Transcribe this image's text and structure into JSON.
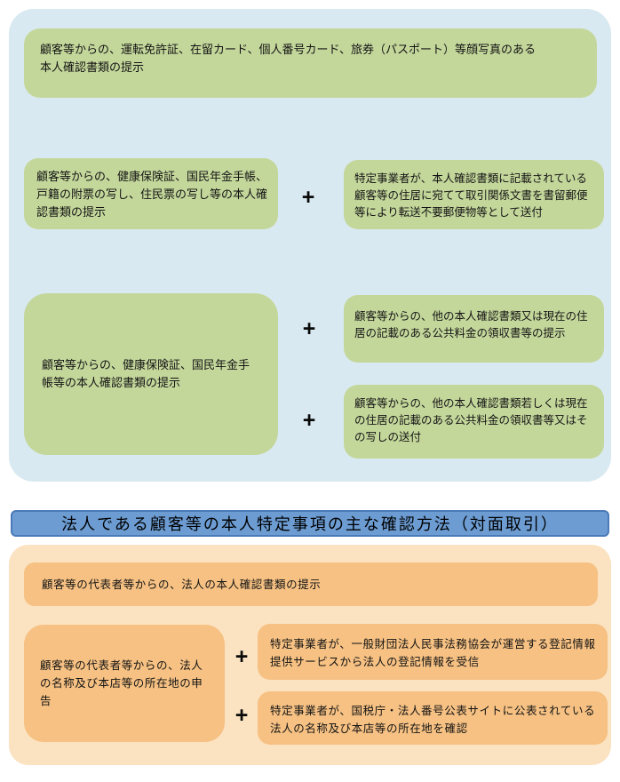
{
  "colors": {
    "panel_blue": "#D9E9F1",
    "box_green": "#C4D79B",
    "header_blue": "#6C9CD2",
    "header_border": "#4B7AB8",
    "panel_orange": "#FBE3C1",
    "box_orange": "#F6C183"
  },
  "plus_sign": "+",
  "individual_section": {
    "boxes": {
      "photo_id": "顧客等からの、運転免許証、在留カード、個人番号カード、旅券（パスポート）等顔写真のある本人確認書類の提示",
      "health_insurance_full": "顧客等からの、健康保険証、国民年金手帳、戸籍の附票の写し、住民票の写し等の本人確認書類の提示",
      "mail_forwarding": "特定事業者が、本人確認書類に記載されている顧客等の住居に宛てて取引関係文書を書留郵便等により転送不要郵便物等として送付",
      "health_insurance_short": "顧客等からの、健康保険証、国民年金手帳等の本人確認書類の提示",
      "other_docs_presentation": "顧客等からの、他の本人確認書類又は現在の住居の記載のある公共料金の領収書等の提示",
      "other_docs_sending": "顧客等からの、他の本人確認書類若しくは現在の住居の記載のある公共料金の領収書等又はその写しの送付"
    }
  },
  "corporate_section": {
    "title": "法人である顧客等の本人特定事項の主な確認方法（対面取引）",
    "boxes": {
      "corporate_id_docs": "顧客等の代表者等からの、法人の本人確認書類の提示",
      "name_address_declaration": "顧客等の代表者等からの、法人の名称及び本店等の所在地の申告",
      "registry_info_service": "特定事業者が、一般財団法人民事法務協会が運営する登記情報提供サービスから法人の登記情報を受信",
      "corporate_number_site": "特定事業者が、国税庁・法人番号公表サイトに公表されている法人の名称及び本店等の所在地を確認"
    }
  }
}
